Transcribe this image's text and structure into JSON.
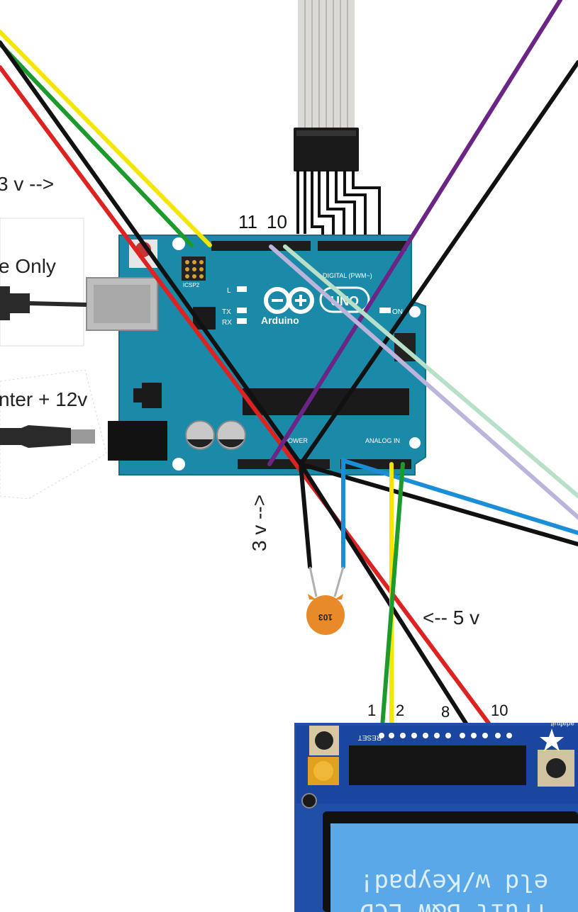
{
  "labels": {
    "power_3v_top": "3 v -->",
    "usb_note": "e Only",
    "barrel_note": "nter + 12v",
    "power_3v_side": "3 v -->",
    "power_5v": "<-- 5 v"
  },
  "keypad_pins": {
    "pin11": "11",
    "pin10": "10"
  },
  "lcd_pins": {
    "p1": "1",
    "p2": "2",
    "p8": "8",
    "p10": "10"
  },
  "arduino": {
    "logo_text": "Arduino",
    "model": "UNO",
    "header_digital": "DIGITAL (PWM~)",
    "header_analog": "ANALOG IN",
    "header_power": "POWER",
    "led_l": "L",
    "led_tx": "TX",
    "led_rx": "RX",
    "led_on": "ON",
    "icsp": "ICSP2"
  },
  "capacitor": {
    "code": "103"
  },
  "lcd_shield": {
    "line1": "eld w/Keypad!",
    "line2": "fruit B&W LCD",
    "reset": "RESET",
    "brand": "adafruit"
  },
  "colors": {
    "board": "#1b8aa8",
    "wire_yellow": "#f5e600",
    "wire_green": "#1c9a2c",
    "wire_red": "#dd2222",
    "wire_black": "#111111",
    "wire_purple": "#6b2586",
    "wire_blue": "#1a8fd8",
    "wire_mint": "#b8e0c8",
    "wire_lavender": "#bdb4dc",
    "capacitor": "#e88a2a",
    "lcd_screen": "#5aa8e8"
  }
}
